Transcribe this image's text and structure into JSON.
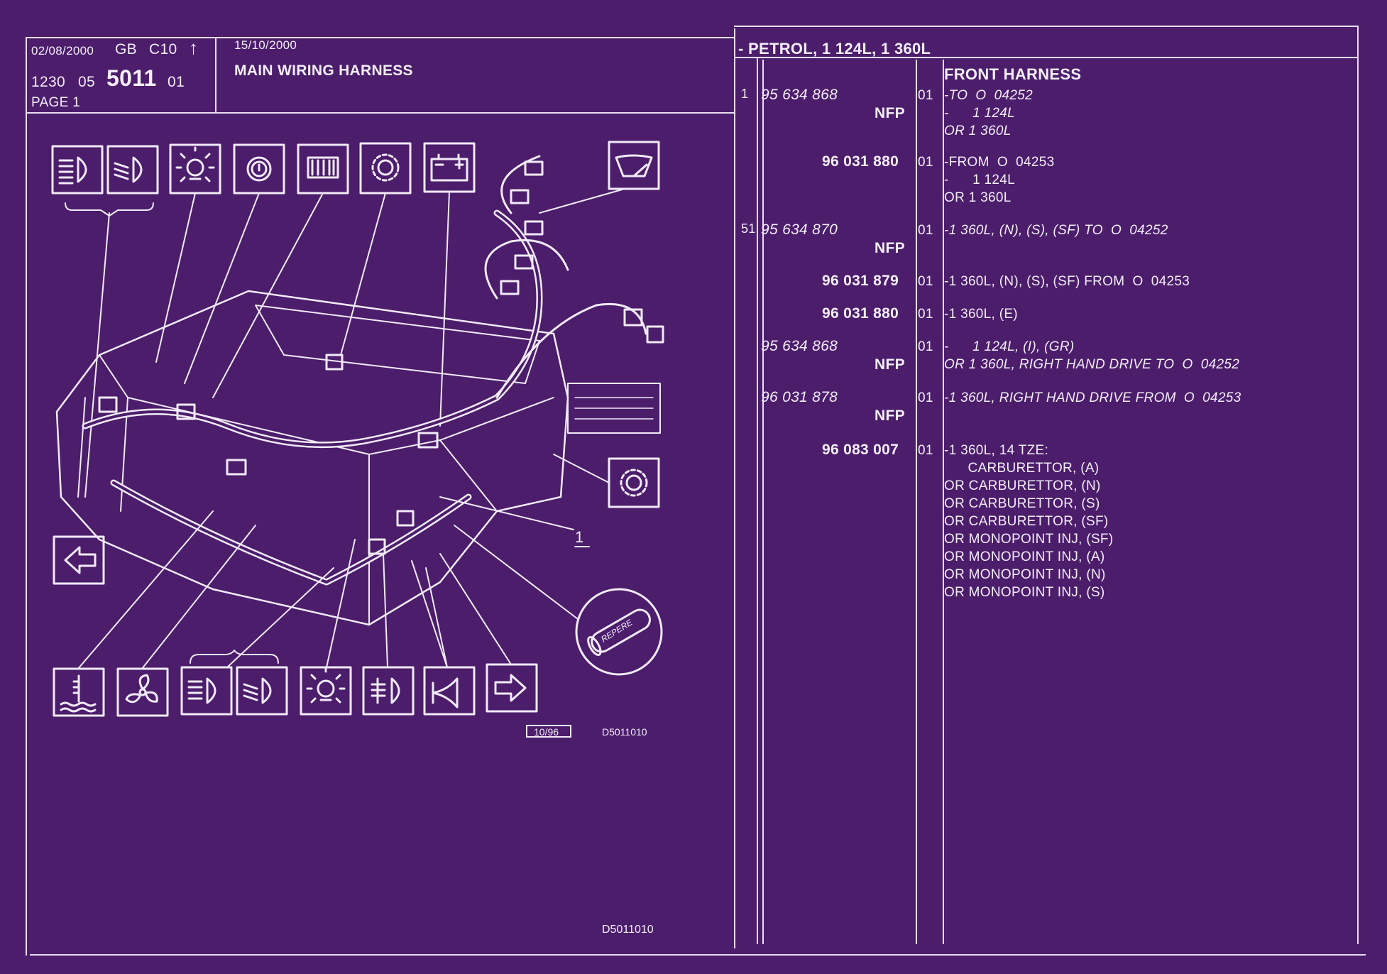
{
  "header": {
    "print_date": "02/08/2000",
    "country": "GB",
    "model": "C10",
    "up_arrow": "↑",
    "ref_a": "1230",
    "ref_b": "05",
    "ref_main": "5011",
    "ref_c": "01",
    "page": "PAGE 1",
    "issue_date": "15/10/2000",
    "title": "MAIN WIRING HARNESS",
    "section_title": "- PETROL, 1 124L, 1 360L",
    "group_title": "FRONT HARNESS"
  },
  "diagram": {
    "callout": "1",
    "marker_label": "REPERE",
    "edition": "10/96",
    "code": "D5011010",
    "footer_code": "D5011010",
    "top_icons": [
      "headlamp-main-icon",
      "headlamp-dip-icon",
      "light-bulb-icon",
      "brake-warning-icon",
      "heater-grille-icon",
      "sensor-icon",
      "battery-icon",
      "wiper-icon"
    ],
    "bottom_icons": [
      "coolant-temp-icon",
      "fan-icon",
      "headlamp-main-icon",
      "headlamp-dip-icon",
      "light-bulb-icon",
      "fog-lamp-icon",
      "horn-icon",
      "arrow-right-icon"
    ],
    "side_icons": [
      "arrow-left-icon",
      "sensor-icon"
    ]
  },
  "parts": [
    {
      "item": "1",
      "part_no": "95 634 868",
      "italic": true,
      "nfp": "NFP",
      "qty": "01",
      "lines": [
        {
          "text": "-TO  O  04252",
          "italic": true
        },
        {
          "text": "-      1 124L",
          "italic": true
        },
        {
          "text": "OR 1 360L",
          "italic": true
        }
      ]
    },
    {
      "item": "",
      "part_no": "96 031 880",
      "italic": false,
      "nfp": "",
      "qty": "01",
      "lines": [
        {
          "text": "-FROM  O  04253",
          "italic": false
        },
        {
          "text": "-      1 124L",
          "italic": false
        },
        {
          "text": "OR 1 360L",
          "italic": false
        }
      ]
    },
    {
      "item": "51",
      "part_no": "95 634 870",
      "italic": true,
      "nfp": "NFP",
      "qty": "01",
      "lines": [
        {
          "text": "-1 360L, (N), (S), (SF) TO  O  04252",
          "italic": true
        }
      ]
    },
    {
      "item": "",
      "part_no": "96 031 879",
      "italic": false,
      "nfp": "",
      "qty": "01",
      "lines": [
        {
          "text": "-1 360L, (N), (S), (SF) FROM  O  04253",
          "italic": false
        }
      ]
    },
    {
      "item": "",
      "part_no": "96 031 880",
      "italic": false,
      "nfp": "",
      "qty": "01",
      "lines": [
        {
          "text": "-1 360L, (E)",
          "italic": false
        }
      ]
    },
    {
      "item": "",
      "part_no": "95 634 868",
      "italic": true,
      "nfp": "NFP",
      "qty": "01",
      "lines": [
        {
          "text": "-      1 124L, (I), (GR)",
          "italic": true
        },
        {
          "text": "OR 1 360L, RIGHT HAND DRIVE TO  O  04252",
          "italic": true
        }
      ]
    },
    {
      "item": "",
      "part_no": "96 031 878",
      "italic": true,
      "nfp": "NFP",
      "qty": "01",
      "lines": [
        {
          "text": "-1 360L, RIGHT HAND DRIVE FROM  O  04253",
          "italic": true
        }
      ]
    },
    {
      "item": "",
      "part_no": "96 083 007",
      "italic": false,
      "nfp": "",
      "qty": "01",
      "lines": [
        {
          "text": "-1 360L, 14 TZE:",
          "italic": false
        },
        {
          "text": "      CARBURETTOR, (A)",
          "italic": false
        },
        {
          "text": "OR CARBURETTOR, (N)",
          "italic": false
        },
        {
          "text": "OR CARBURETTOR, (S)",
          "italic": false
        },
        {
          "text": "OR CARBURETTOR, (SF)",
          "italic": false
        },
        {
          "text": "OR MONOPOINT INJ, (SF)",
          "italic": false
        },
        {
          "text": "OR MONOPOINT INJ, (A)",
          "italic": false
        },
        {
          "text": "OR MONOPOINT INJ, (N)",
          "italic": false
        },
        {
          "text": "OR MONOPOINT INJ, (S)",
          "italic": false
        }
      ]
    }
  ],
  "colors": {
    "background": "#4b1d6b",
    "ink": "#f4eefa"
  }
}
